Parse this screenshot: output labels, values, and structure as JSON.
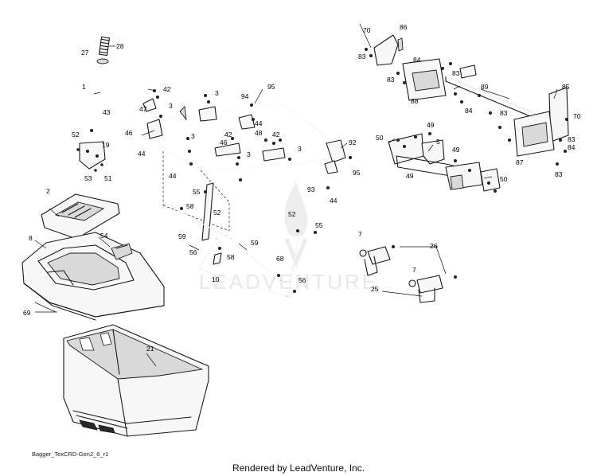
{
  "watermark": {
    "text": "LEADVENTURE"
  },
  "reference_label": "Bagger_TexCRD-Gen2_6_r1",
  "render_credit": "Rendered by LeadVenture, Inc.",
  "callouts": [
    "28",
    "27",
    "1",
    "43",
    "52",
    "19",
    "53",
    "51",
    "2",
    "8",
    "54",
    "69",
    "21",
    "42",
    "47",
    "3",
    "3",
    "46",
    "44",
    "3",
    "44",
    "42",
    "46",
    "48",
    "44",
    "42",
    "3",
    "3",
    "94",
    "95",
    "92",
    "95",
    "93",
    "44",
    "55",
    "58",
    "59",
    "56",
    "52",
    "58",
    "10",
    "59",
    "52",
    "55",
    "68",
    "56",
    "70",
    "86",
    "83",
    "83",
    "84",
    "83",
    "89",
    "88",
    "85",
    "84",
    "83",
    "70",
    "83",
    "84",
    "87",
    "83",
    "49",
    "50",
    "5",
    "49",
    "49",
    "50",
    "7",
    "26",
    "7",
    "25"
  ]
}
